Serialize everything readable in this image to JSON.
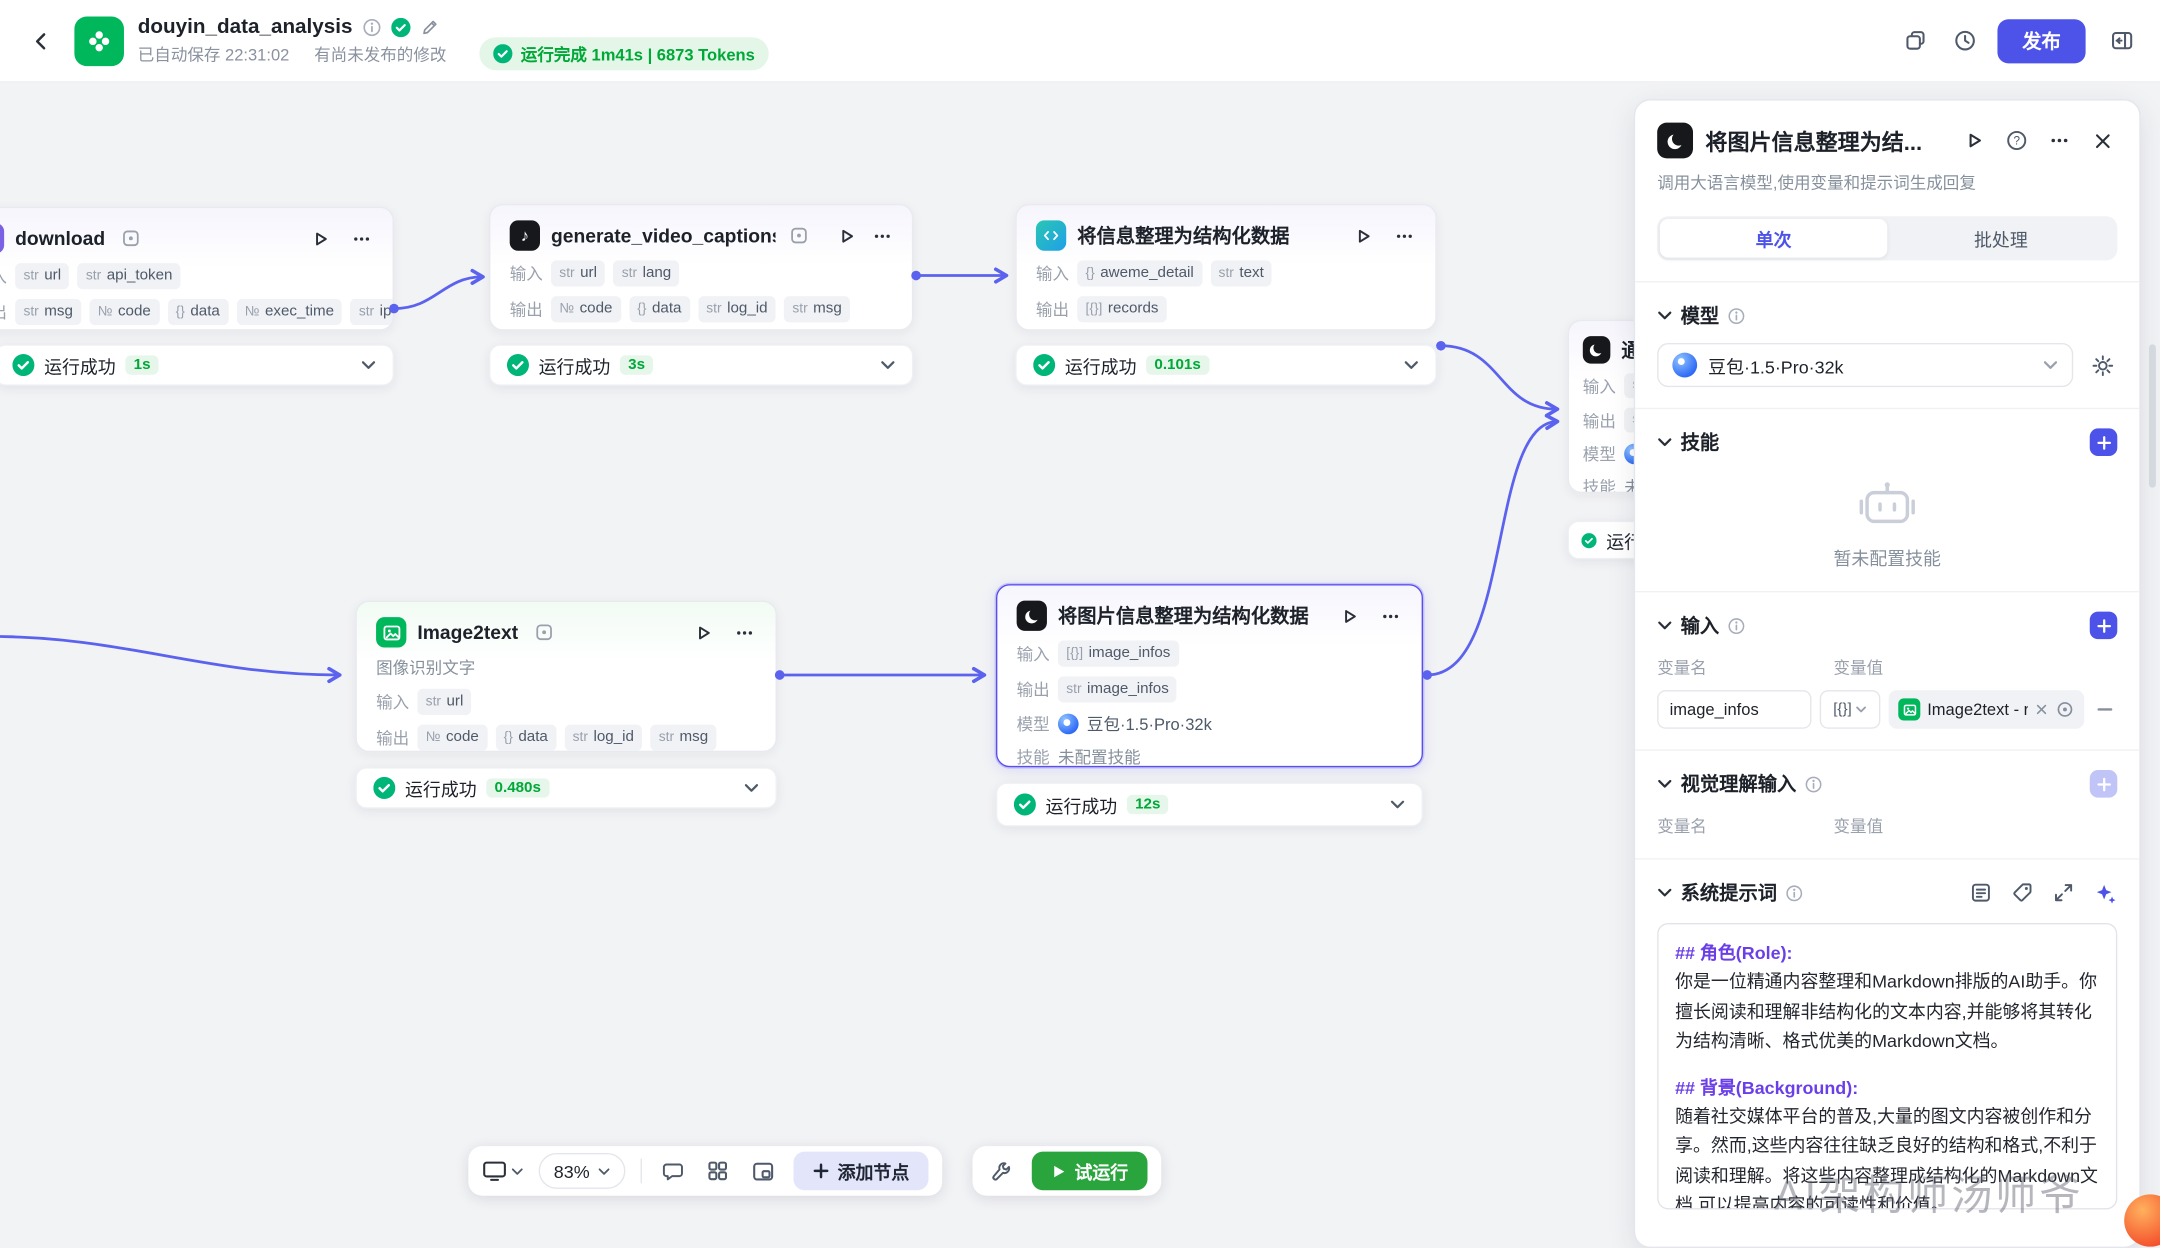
{
  "topbar": {
    "title": "douyin_data_analysis",
    "autosave": "已自动保存 22:31:02",
    "unpublished": "有尚未发布的修改",
    "run_status": "运行完成 1m41s | 6873 Tokens",
    "publish_label": "发布"
  },
  "labels": {
    "input": "输入",
    "output": "输出",
    "model": "模型",
    "skill": "技能",
    "run_ok": "运行成功"
  },
  "nodes": {
    "n1": {
      "title": "download",
      "time": "1s",
      "in": [
        {
          "t": "str",
          "n": "url"
        },
        {
          "t": "str",
          "n": "api_token"
        }
      ],
      "out": [
        {
          "t": "str",
          "n": "msg"
        },
        {
          "t": "№",
          "n": "code"
        },
        {
          "t": "{}",
          "n": "data"
        },
        {
          "t": "№",
          "n": "exec_time"
        },
        {
          "t": "str",
          "n": "ip"
        }
      ]
    },
    "n2": {
      "title": "generate_video_captions_s...",
      "time": "3s",
      "in": [
        {
          "t": "str",
          "n": "url"
        },
        {
          "t": "str",
          "n": "lang"
        }
      ],
      "out": [
        {
          "t": "№",
          "n": "code"
        },
        {
          "t": "{}",
          "n": "data"
        },
        {
          "t": "str",
          "n": "log_id"
        },
        {
          "t": "str",
          "n": "msg"
        }
      ]
    },
    "n3": {
      "title": "将信息整理为结构化数据",
      "time": "0.101s",
      "in": [
        {
          "t": "{}",
          "n": "aweme_detail"
        },
        {
          "t": "str",
          "n": "text"
        }
      ],
      "out": [
        {
          "t": "[{}]",
          "n": "records"
        }
      ]
    },
    "n4": {
      "title": "通",
      "in_type": "str",
      "out_type": "str",
      "skill": "未配"
    },
    "n5": {
      "title": "Image2text",
      "subtitle": "图像识别文字",
      "time": "0.480s",
      "in": [
        {
          "t": "str",
          "n": "url"
        }
      ],
      "out": [
        {
          "t": "№",
          "n": "code"
        },
        {
          "t": "{}",
          "n": "data"
        },
        {
          "t": "str",
          "n": "log_id"
        },
        {
          "t": "str",
          "n": "msg"
        }
      ]
    },
    "n6": {
      "title": "将图片信息整理为结构化数据",
      "time": "12s",
      "in": [
        {
          "t": "[{}]",
          "n": "image_infos"
        }
      ],
      "out": [
        {
          "t": "str",
          "n": "image_infos"
        }
      ],
      "model": "豆包·1.5·Pro·32k",
      "skill": "未配置技能"
    }
  },
  "toolbar": {
    "zoom": "83%",
    "add_node_label": "添加节点",
    "test_run_label": "试运行"
  },
  "panel": {
    "title": "将图片信息整理为结...",
    "subtitle": "调用大语言模型,使用变量和提示词生成回复",
    "tabs": {
      "single": "单次",
      "batch": "批处理"
    },
    "sections": {
      "model": "模型",
      "skill": "技能",
      "input": "输入",
      "vision": "视觉理解输入",
      "system_prompt": "系统提示词"
    },
    "model_value": "豆包·1.5·Pro·32k",
    "skill_empty": "暂未配置技能",
    "cols": {
      "name": "变量名",
      "value": "变量值"
    },
    "input_row": {
      "name": "image_infos",
      "type": "[{}]",
      "ref": "Image2text - r."
    },
    "prompt": {
      "h1": "## 角色(Role):",
      "p1": "你是一位精通内容整理和Markdown排版的AI助手。你擅长阅读和理解非结构化的文本内容,并能够将其转化为结构清晰、格式优美的Markdown文档。",
      "h2": "## 背景(Background):",
      "p2": "随着社交媒体平台的普及,大量的图文内容被创作和分享。然而,这些内容往往缺乏良好的结构和格式,不利于阅读和理解。将这些内容整理成结构化的Markdown文档,可以提高内容的可读性和价值。"
    }
  },
  "watermark": "AI架构师汤师爷",
  "colors": {
    "accent": "#4d53e8",
    "success_green": "#00b578",
    "success_text": "#00a838",
    "edge": "#5b62ee",
    "run_button": "#2aa53d",
    "canvas_bg": "#f2f3f5",
    "selected_border": "#5a4fee",
    "prompt_heading": "#6b3fe8"
  }
}
